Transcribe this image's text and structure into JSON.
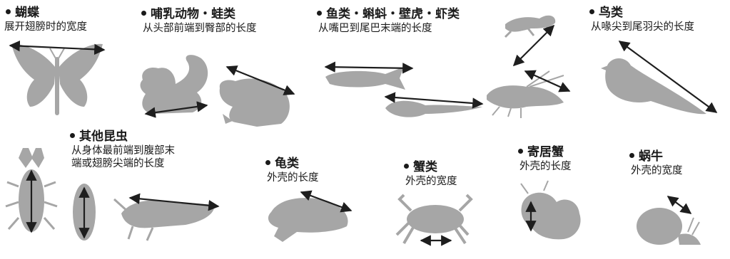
{
  "colors": {
    "silhouette": "#a6a6a6",
    "arrow": "#1e1e1e",
    "text": "#1a1a1a",
    "background": "#ffffff"
  },
  "captions": {
    "butterfly": {
      "title": "蝴蝶",
      "desc": "展开翅膀时的宽度"
    },
    "mammal_frog": {
      "title": "哺乳动物・蛙类",
      "desc": "从头部前端到臀部的长度"
    },
    "fish_etc": {
      "title": "鱼类・蝌蚪・壁虎・虾类",
      "desc": "从嘴巴到尾巴末端的长度"
    },
    "bird": {
      "title": "鸟类",
      "desc": "从喙尖到尾羽尖的长度"
    },
    "insect": {
      "title": "其他昆虫",
      "desc_lines": [
        "从身体最前端到腹部末",
        "端或翅膀尖端的长度"
      ]
    },
    "turtle": {
      "title": "龟类",
      "desc": "外壳的长度"
    },
    "crab": {
      "title": "蟹类",
      "desc": "外壳的宽度"
    },
    "hermit_crab": {
      "title": "寄居蟹",
      "desc": "外壳的长度"
    },
    "snail": {
      "title": "蜗牛",
      "desc": "外壳的宽度"
    }
  },
  "icons": [
    "butterfly-icon",
    "squirrel-icon",
    "frog-icon",
    "fish-icon",
    "tadpole-icon",
    "gecko-icon",
    "shrimp-icon",
    "bird-icon",
    "stag-beetle-icon",
    "pillbug-icon",
    "grasshopper-icon",
    "turtle-icon",
    "crab-icon",
    "hermit-crab-icon",
    "snail-icon"
  ]
}
